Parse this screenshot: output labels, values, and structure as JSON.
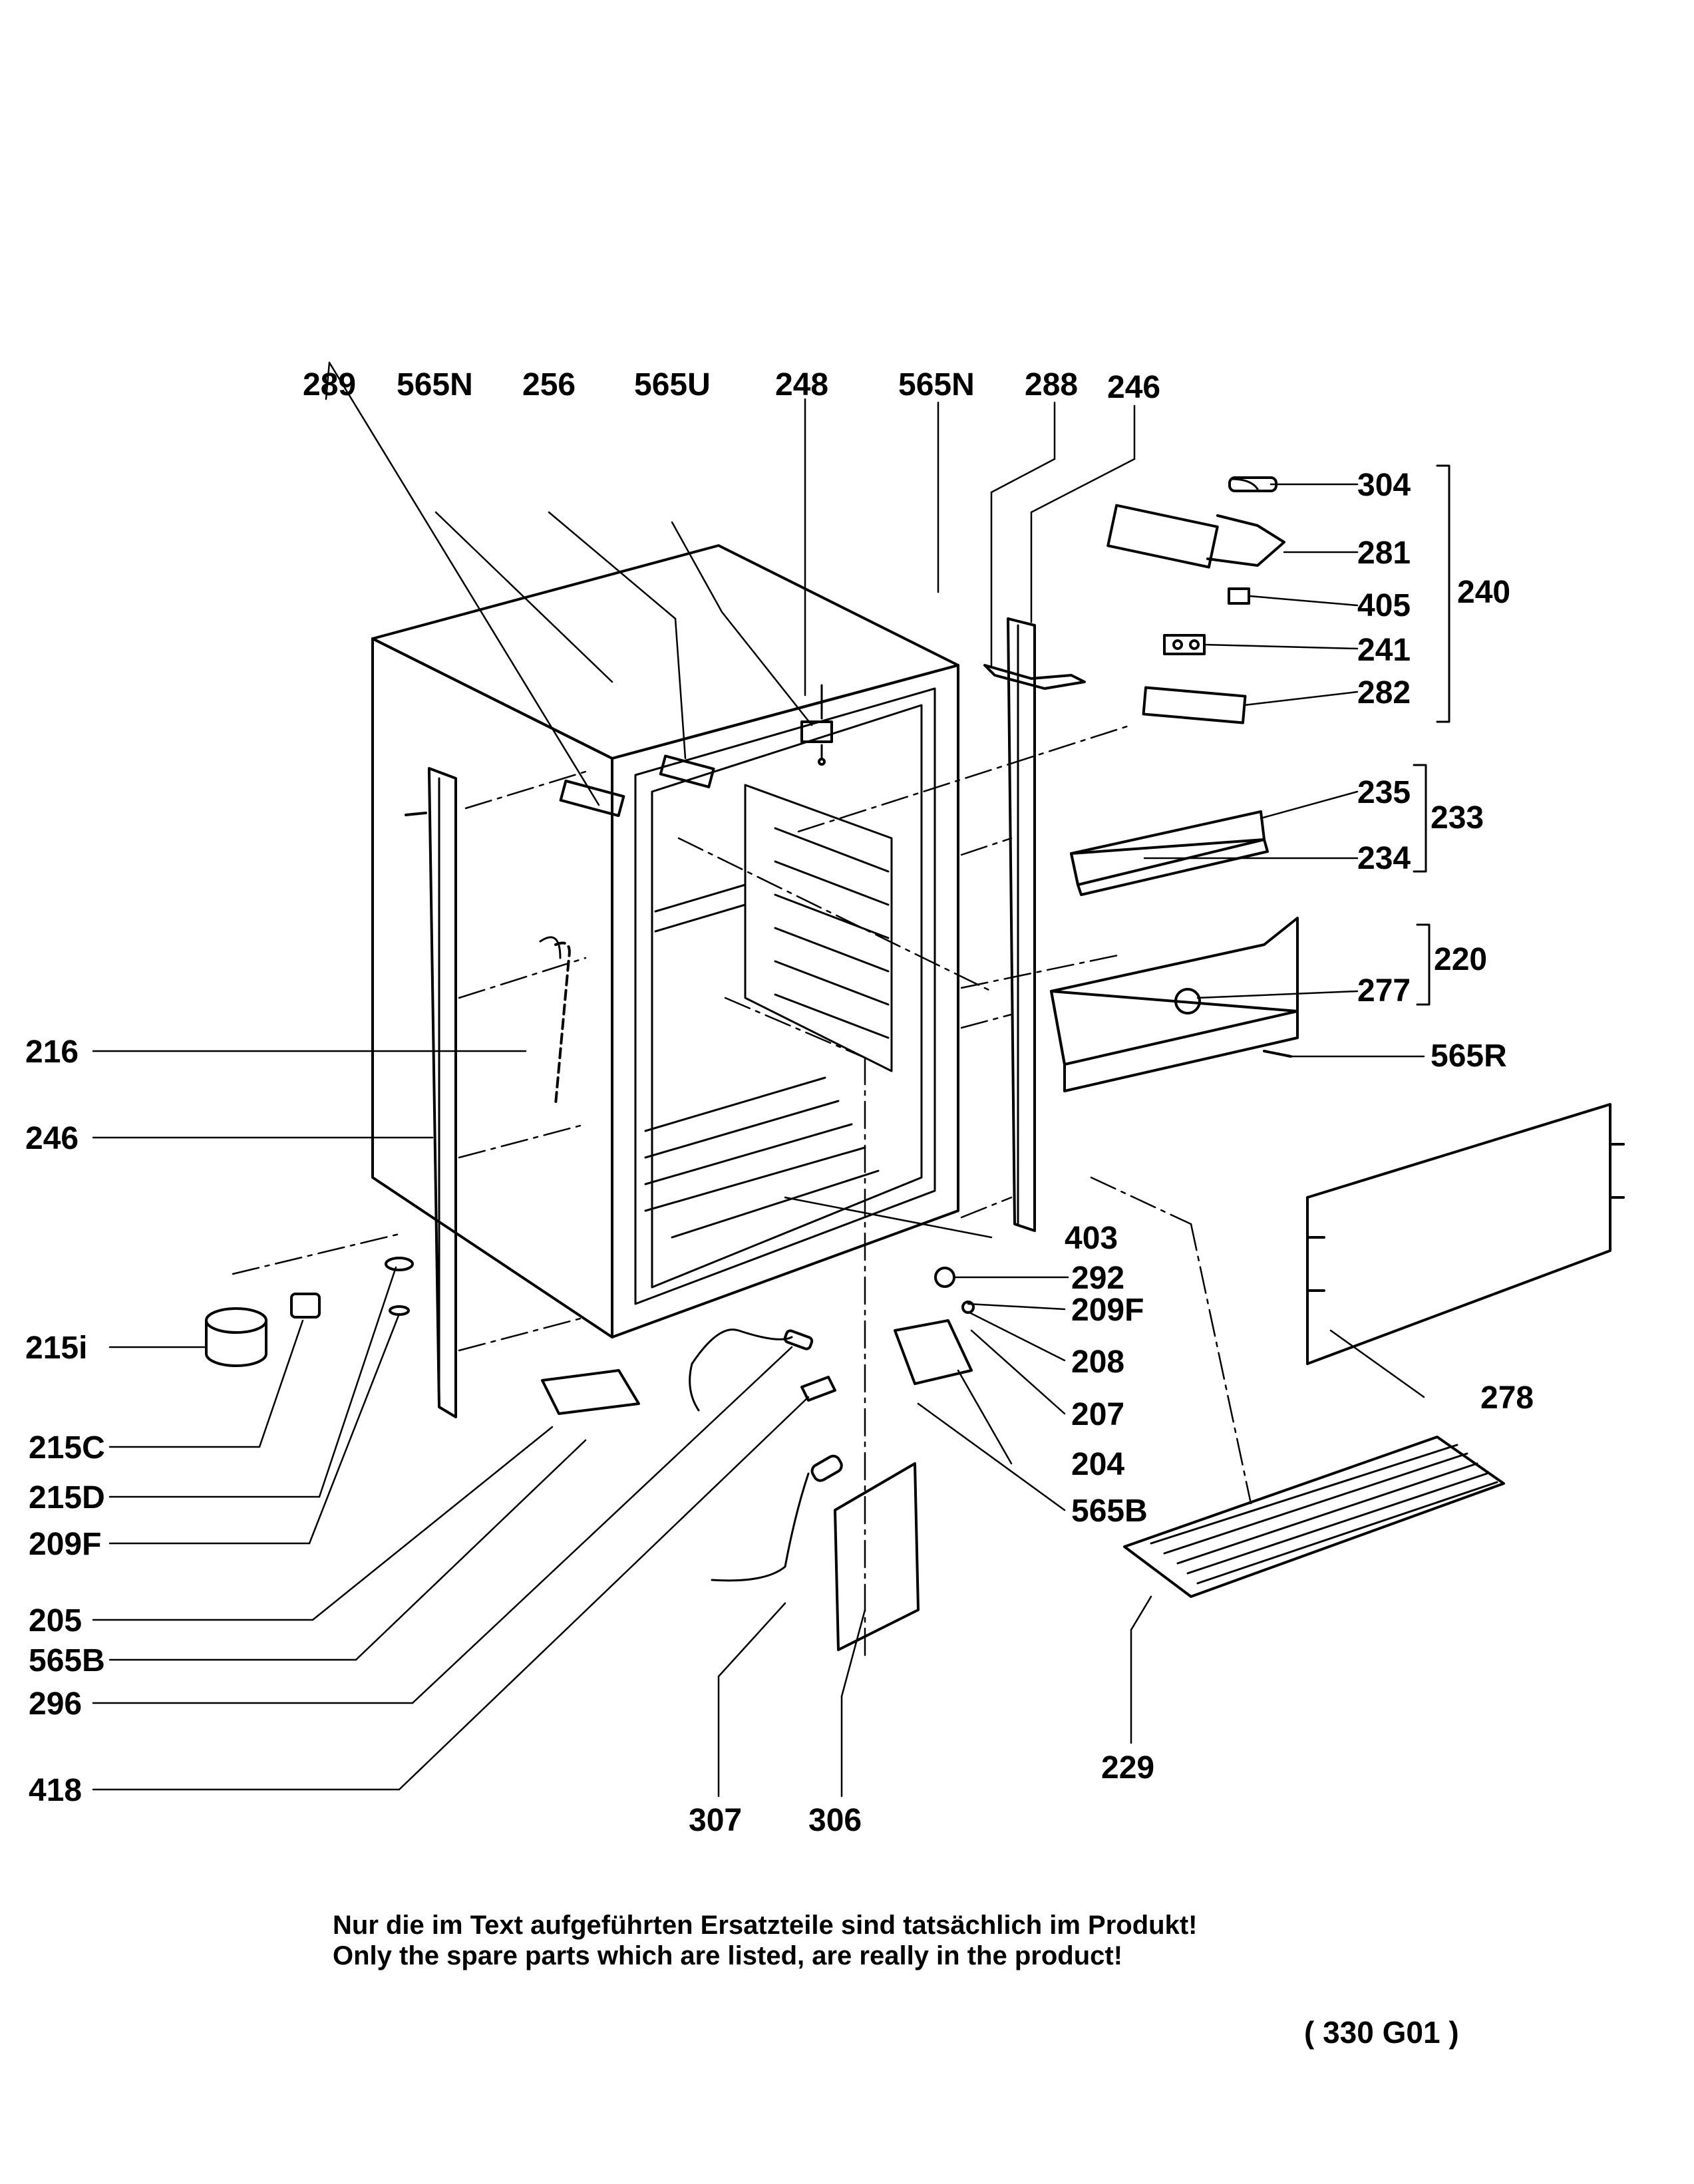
{
  "labels": {
    "p289": "289",
    "p565n_a": "565N",
    "p256": "256",
    "p565u": "565U",
    "p248": "248",
    "p565n_b": "565N",
    "p288": "288",
    "p246_top": "246",
    "p304": "304",
    "p281": "281",
    "p405": "405",
    "p241": "241",
    "p282": "282",
    "p240": "240",
    "p235": "235",
    "p234": "234",
    "p233": "233",
    "p220": "220",
    "p277": "277",
    "p565r": "565R",
    "p216": "216",
    "p246_left": "246",
    "p403": "403",
    "p292": "292",
    "p209f_r": "209F",
    "p208": "208",
    "p207": "207",
    "p204": "204",
    "p565b_r": "565B",
    "p278": "278",
    "p229": "229",
    "p215i": "215i",
    "p215c": "215C",
    "p215d": "215D",
    "p209f_l": "209F",
    "p205": "205",
    "p565b_l": "565B",
    "p296": "296",
    "p418": "418",
    "p307": "307",
    "p306": "306"
  },
  "note": {
    "line_de": "Nur die im Text aufgeführten Ersatzteile sind tatsächlich im Produkt!",
    "line_en": "Only the spare parts which are listed, are really in the product!"
  },
  "drawing_code": "( 330  G01 )"
}
